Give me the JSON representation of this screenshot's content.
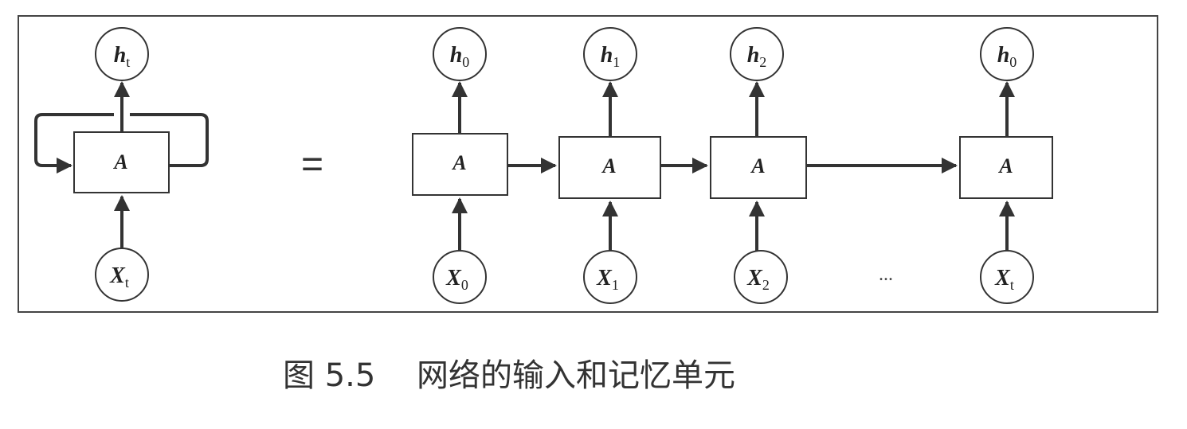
{
  "diagram": {
    "folded": {
      "output_label": {
        "main": "h",
        "sub": "t"
      },
      "cell_label": "A",
      "input_label": {
        "main": "X",
        "sub": "t"
      }
    },
    "equals_sign": "=",
    "unrolled": [
      {
        "output": {
          "main": "h",
          "sub": "0"
        },
        "cell": "A",
        "input": {
          "main": "X",
          "sub": "0"
        }
      },
      {
        "output": {
          "main": "h",
          "sub": "1"
        },
        "cell": "A",
        "input": {
          "main": "X",
          "sub": "1"
        }
      },
      {
        "output": {
          "main": "h",
          "sub": "2"
        },
        "cell": "A",
        "input": {
          "main": "X",
          "sub": "2"
        }
      },
      {
        "output": {
          "main": "h",
          "sub": "0"
        },
        "cell": "A",
        "input": {
          "main": "X",
          "sub": "t"
        }
      }
    ],
    "ellipsis": "...",
    "caption": {
      "figure_number": "图 5.5",
      "title": "网络的输入和记忆单元"
    },
    "colors": {
      "stroke": "#333333",
      "frame": "#444444",
      "box_fill": "#ffffff"
    }
  }
}
